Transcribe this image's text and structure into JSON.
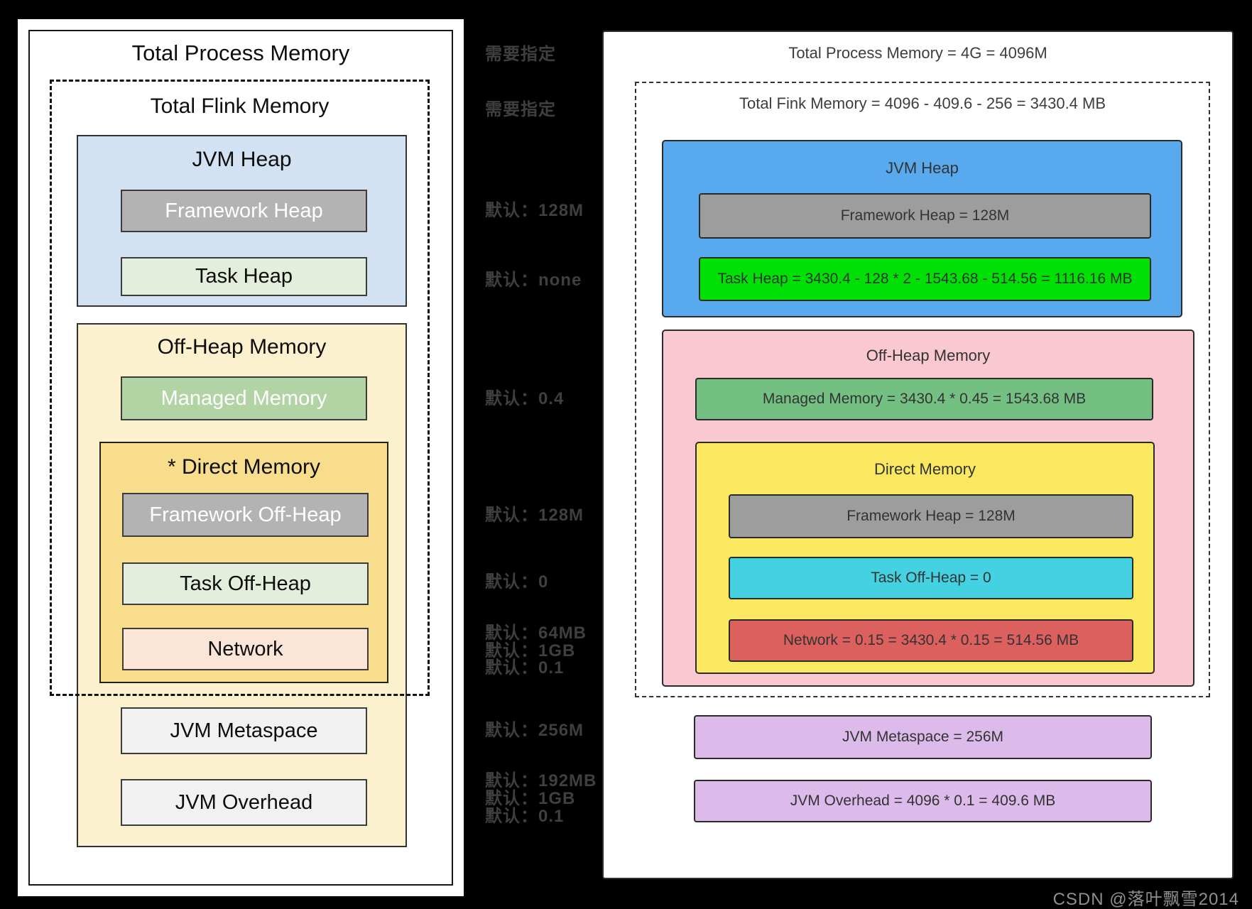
{
  "colors": {
    "background": "#000000",
    "left": {
      "panel_bg": "#ffffff",
      "jvm_heap_bg": "#d3e2f2",
      "framework_heap_bg": "#b3b3b3",
      "task_heap_bg": "#e3efdc",
      "off_heap_bg": "#fbf1cf",
      "managed_memory_bg": "#b2d3a4",
      "direct_memory_bg": "#f8dd8d",
      "network_bg": "#fbe5d6",
      "metaspace_bg": "#f1f1f1"
    },
    "right": {
      "panel_bg": "#ffffff",
      "jvm_heap_bg": "#58a9ee",
      "framework_heap_bg": "#9d9d9d",
      "task_heap_bg": "#00e005",
      "off_heap_bg": "#f9c8d1",
      "managed_memory_bg": "#74c083",
      "direct_memory_bg": "#f9e860",
      "task_off_heap_bg": "#44d1e1",
      "network_bg": "#dc605e",
      "metaspace_bg": "#dcbae9"
    },
    "annotation_text": "#3f3f3f",
    "watermark_text": "#8f8f8f"
  },
  "left_diagram": {
    "title": "Total Process Memory",
    "flink_title": "Total Flink Memory",
    "jvm_heap": {
      "title": "JVM Heap",
      "framework_heap": "Framework Heap",
      "task_heap": "Task Heap"
    },
    "off_heap": {
      "title": "Off-Heap Memory",
      "managed_memory": "Managed Memory",
      "direct_memory": {
        "title": "* Direct Memory",
        "framework_off_heap": "Framework Off-Heap",
        "task_off_heap": "Task Off-Heap",
        "network": "Network"
      }
    },
    "jvm_metaspace": "JVM Metaspace",
    "jvm_overhead": "JVM Overhead"
  },
  "annotations": [
    "需要指定",
    "需要指定",
    "默认：128M",
    "默认：none",
    "默认：0.4",
    "默认：128M",
    "默认：0",
    "默认：64MB",
    "默认：1GB",
    "默认：0.1",
    "默认：256M",
    "默认：192MB",
    "默认：1GB",
    "默认：0.1"
  ],
  "right_diagram": {
    "title": "Total Process Memory = 4G = 4096M",
    "flink_title": "Total Fink Memory = 4096 - 409.6 - 256 = 3430.4 MB",
    "jvm_heap": {
      "title": "JVM Heap",
      "framework_heap": "Framework Heap = 128M",
      "task_heap": "Task Heap = 3430.4 - 128 * 2 - 1543.68 - 514.56 = 1116.16 MB"
    },
    "off_heap": {
      "title": "Off-Heap Memory",
      "managed_memory": "Managed Memory = 3430.4 * 0.45 = 1543.68 MB",
      "direct_memory": {
        "title": "Direct Memory",
        "framework_heap": "Framework Heap = 128M",
        "task_off_heap": "Task Off-Heap = 0",
        "network": "Network = 0.15 = 3430.4 * 0.15 = 514.56 MB"
      }
    },
    "jvm_metaspace": "JVM Metaspace = 256M",
    "jvm_overhead": "JVM Overhead = 4096 * 0.1 = 409.6 MB"
  },
  "watermark": "CSDN @落叶飘雪2014"
}
